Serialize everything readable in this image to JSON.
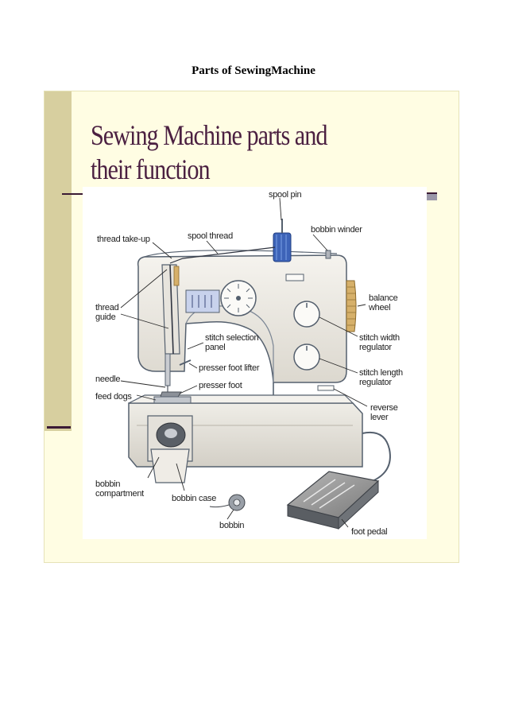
{
  "document": {
    "title": "Parts of SewingMachine"
  },
  "slide": {
    "title": "Sewing Machine parts and their function"
  },
  "diagram": {
    "labels": {
      "spool_pin": "spool pin",
      "bobbin_winder": "bobbin winder",
      "spool_thread": "spool thread",
      "thread_take_up": "thread take-up",
      "thread_guide": "thread guide",
      "balance_wheel": "balance wheel",
      "stitch_selection_panel": "stitch selection panel",
      "stitch_width_regulator": "stitch width regulator",
      "presser_foot_lifter": "presser foot lifter",
      "stitch_length_regulator": "stitch length regulator",
      "needle": "needle",
      "presser_foot": "presser foot",
      "feed_dogs": "feed dogs",
      "reverse_lever": "reverse lever",
      "bobbin_compartment": "bobbin compartment",
      "bobbin_case": "bobbin case",
      "bobbin": "bobbin",
      "foot_pedal": "foot pedal"
    }
  }
}
